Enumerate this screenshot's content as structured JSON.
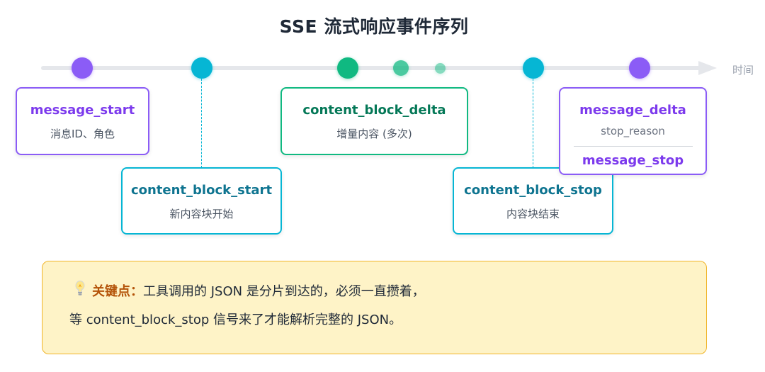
{
  "title": "SSE 流式响应事件序列",
  "axis_label": "时间",
  "events": {
    "message_start": {
      "name": "message_start",
      "desc": "消息ID、角色"
    },
    "content_block_start": {
      "name": "content_block_start",
      "desc": "新内容块开始"
    },
    "content_block_delta": {
      "name": "content_block_delta",
      "desc": "增量内容 (多次)"
    },
    "content_block_stop": {
      "name": "content_block_stop",
      "desc": "内容块结束"
    },
    "message_delta": {
      "name": "message_delta",
      "desc": "stop_reason"
    },
    "message_stop": {
      "name": "message_stop"
    }
  },
  "note": {
    "icon": "lightbulb-icon",
    "label": "关键点：",
    "line1": "工具调用的 JSON 是分片到达的，必须一直攒着，",
    "line2": "等 content_block_stop 信号来了才能解析完整的 JSON。"
  },
  "colors": {
    "purple": "#8b5cf6",
    "cyan": "#06b6d4",
    "green": "#10b981",
    "note_bg": "#fef3c7",
    "note_border": "#f0b429"
  }
}
